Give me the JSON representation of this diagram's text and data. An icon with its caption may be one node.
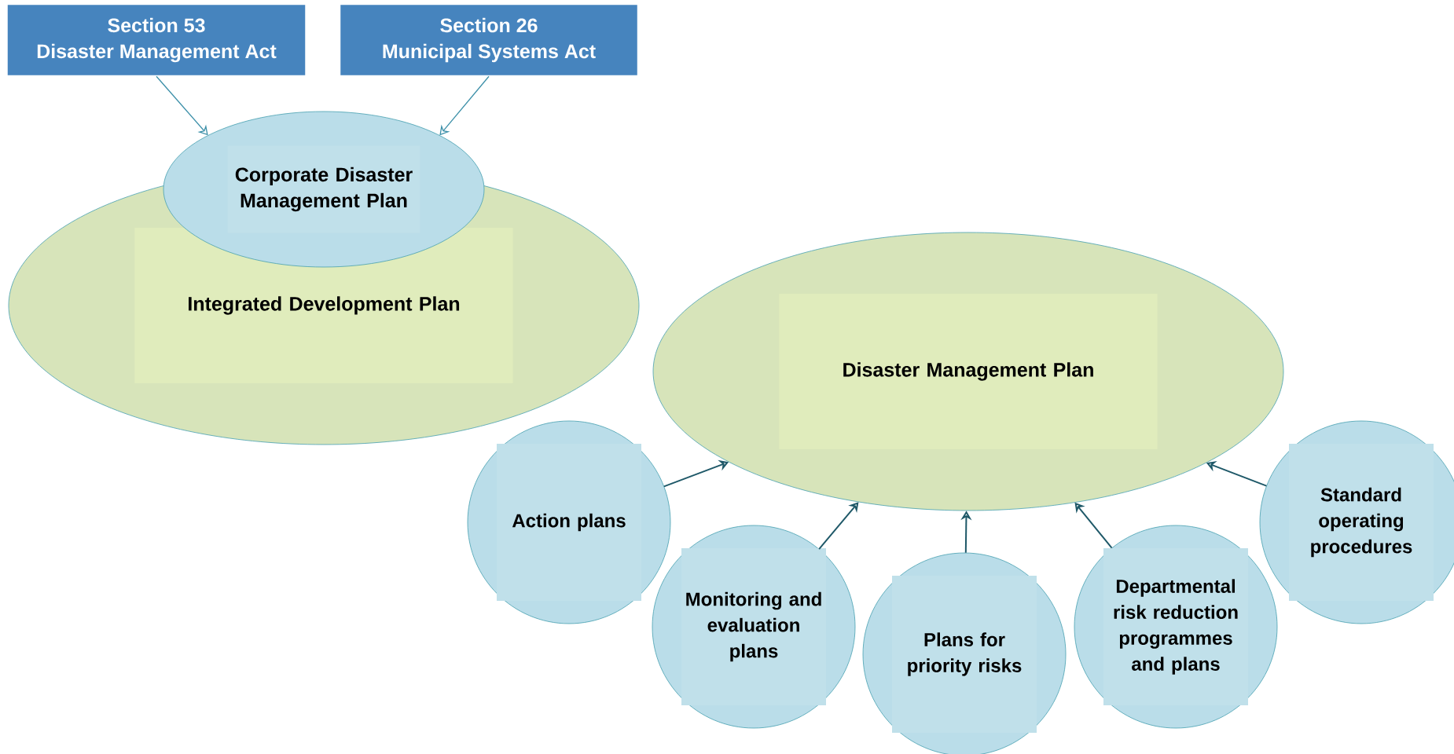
{
  "diagram": {
    "nodes": [
      {
        "text": [
          "Section 53",
          "Disaster Management Act"
        ]
      },
      {
        "text": [
          "Section 26",
          "Municipal Systems Act"
        ]
      },
      {
        "text": [
          "Corporate Disaster Management Plan"
        ]
      },
      {
        "text": [
          "Integrated Development Plan"
        ]
      },
      {
        "text": [
          "Disaster Management Plan"
        ]
      },
      {
        "text": [
          "Action plans"
        ]
      },
      {
        "text": [
          "Monitoring and evaluation plans"
        ]
      },
      {
        "text": [
          "Plans for priority risks"
        ]
      },
      {
        "text": [
          "Departmental risk reduction programmes and plans"
        ]
      },
      {
        "text": [
          "Standard operating procedures"
        ]
      }
    ],
    "edges": [
      {
        "from": 0,
        "to": 2,
        "arrow": "to",
        "color": "#3b8fa8"
      },
      {
        "from": 1,
        "to": 2,
        "arrow": "to",
        "color": "#3b8fa8"
      },
      {
        "from": 5,
        "to": 4,
        "arrow": "to"
      },
      {
        "from": 6,
        "to": 4,
        "arrow": "to"
      },
      {
        "from": 7,
        "to": 4,
        "arrow": "to"
      },
      {
        "from": 8,
        "to": 4,
        "arrow": "to"
      },
      {
        "from": 9,
        "to": 4,
        "arrow": "to"
      }
    ]
  }
}
